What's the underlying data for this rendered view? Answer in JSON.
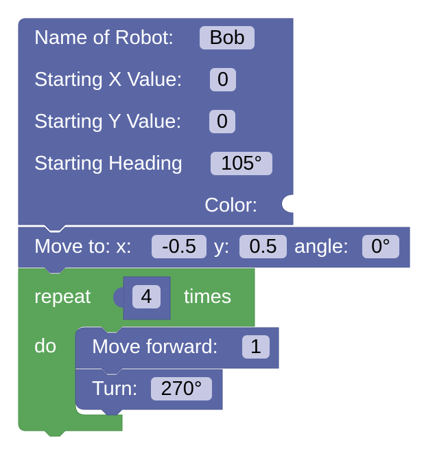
{
  "robot_block": {
    "name_label": "Name of Robot:",
    "name_value": "Bob",
    "x_label": "Starting X Value:",
    "x_value": "0",
    "y_label": "Starting Y Value:",
    "y_value": "0",
    "heading_label": "Starting Heading",
    "heading_value": "105°",
    "color_label": "Color:"
  },
  "move_to_block": {
    "label": "Move to: x:",
    "x_value": "-0.5",
    "y_label": "y:",
    "y_value": "0.5",
    "angle_label": "angle:",
    "angle_value": "0°"
  },
  "repeat_block": {
    "repeat_label": "repeat",
    "count_value": "4",
    "times_label": "times",
    "do_label": "do"
  },
  "move_forward_block": {
    "label": "Move forward:",
    "value": "1"
  },
  "turn_block": {
    "label": "Turn:",
    "value": "270°"
  },
  "colors": {
    "robot_block": "#5b67a5",
    "motion_block": "#5b67a5",
    "loop_block": "#5ba55b",
    "field": "#c7c9e4",
    "field_text": "#000000",
    "label_text": "#ffffff"
  }
}
